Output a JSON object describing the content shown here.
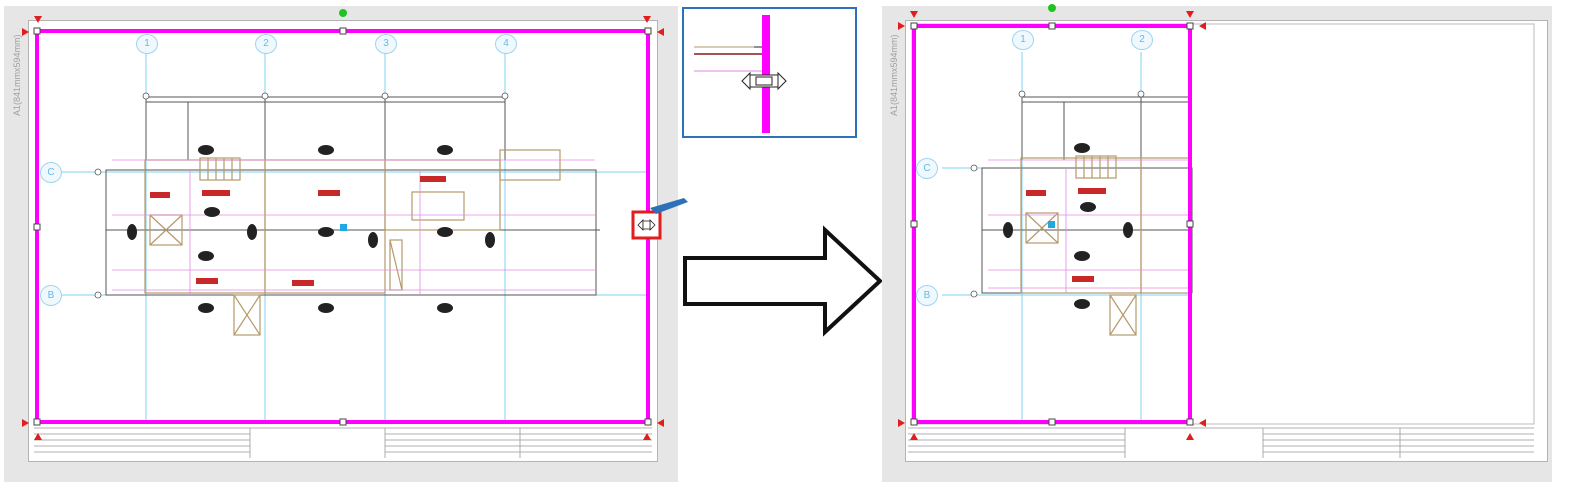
{
  "sheet_label": "A1(841mmx594mm)",
  "grid_columns": [
    "1",
    "2",
    "3",
    "4"
  ],
  "grid_rows": [
    "C",
    "B"
  ],
  "after_grid_columns": [
    "1",
    "2"
  ],
  "colors": {
    "viewport_border": "#ff00ff",
    "grid_line": "#7fd0f0",
    "grid_bubble": "#bfe4f7",
    "grid_bubble_text": "#6ab9e6",
    "wall": "#b39a6a",
    "highlight_box": "#e21d1d",
    "callout": "#2d72b8",
    "corner_marker": "#e21d1d",
    "origin_dot": "#21c321"
  },
  "resize_cursor_icon": "resize-horizontal-cursor-icon",
  "transition_arrow_icon": "right-arrow-icon"
}
